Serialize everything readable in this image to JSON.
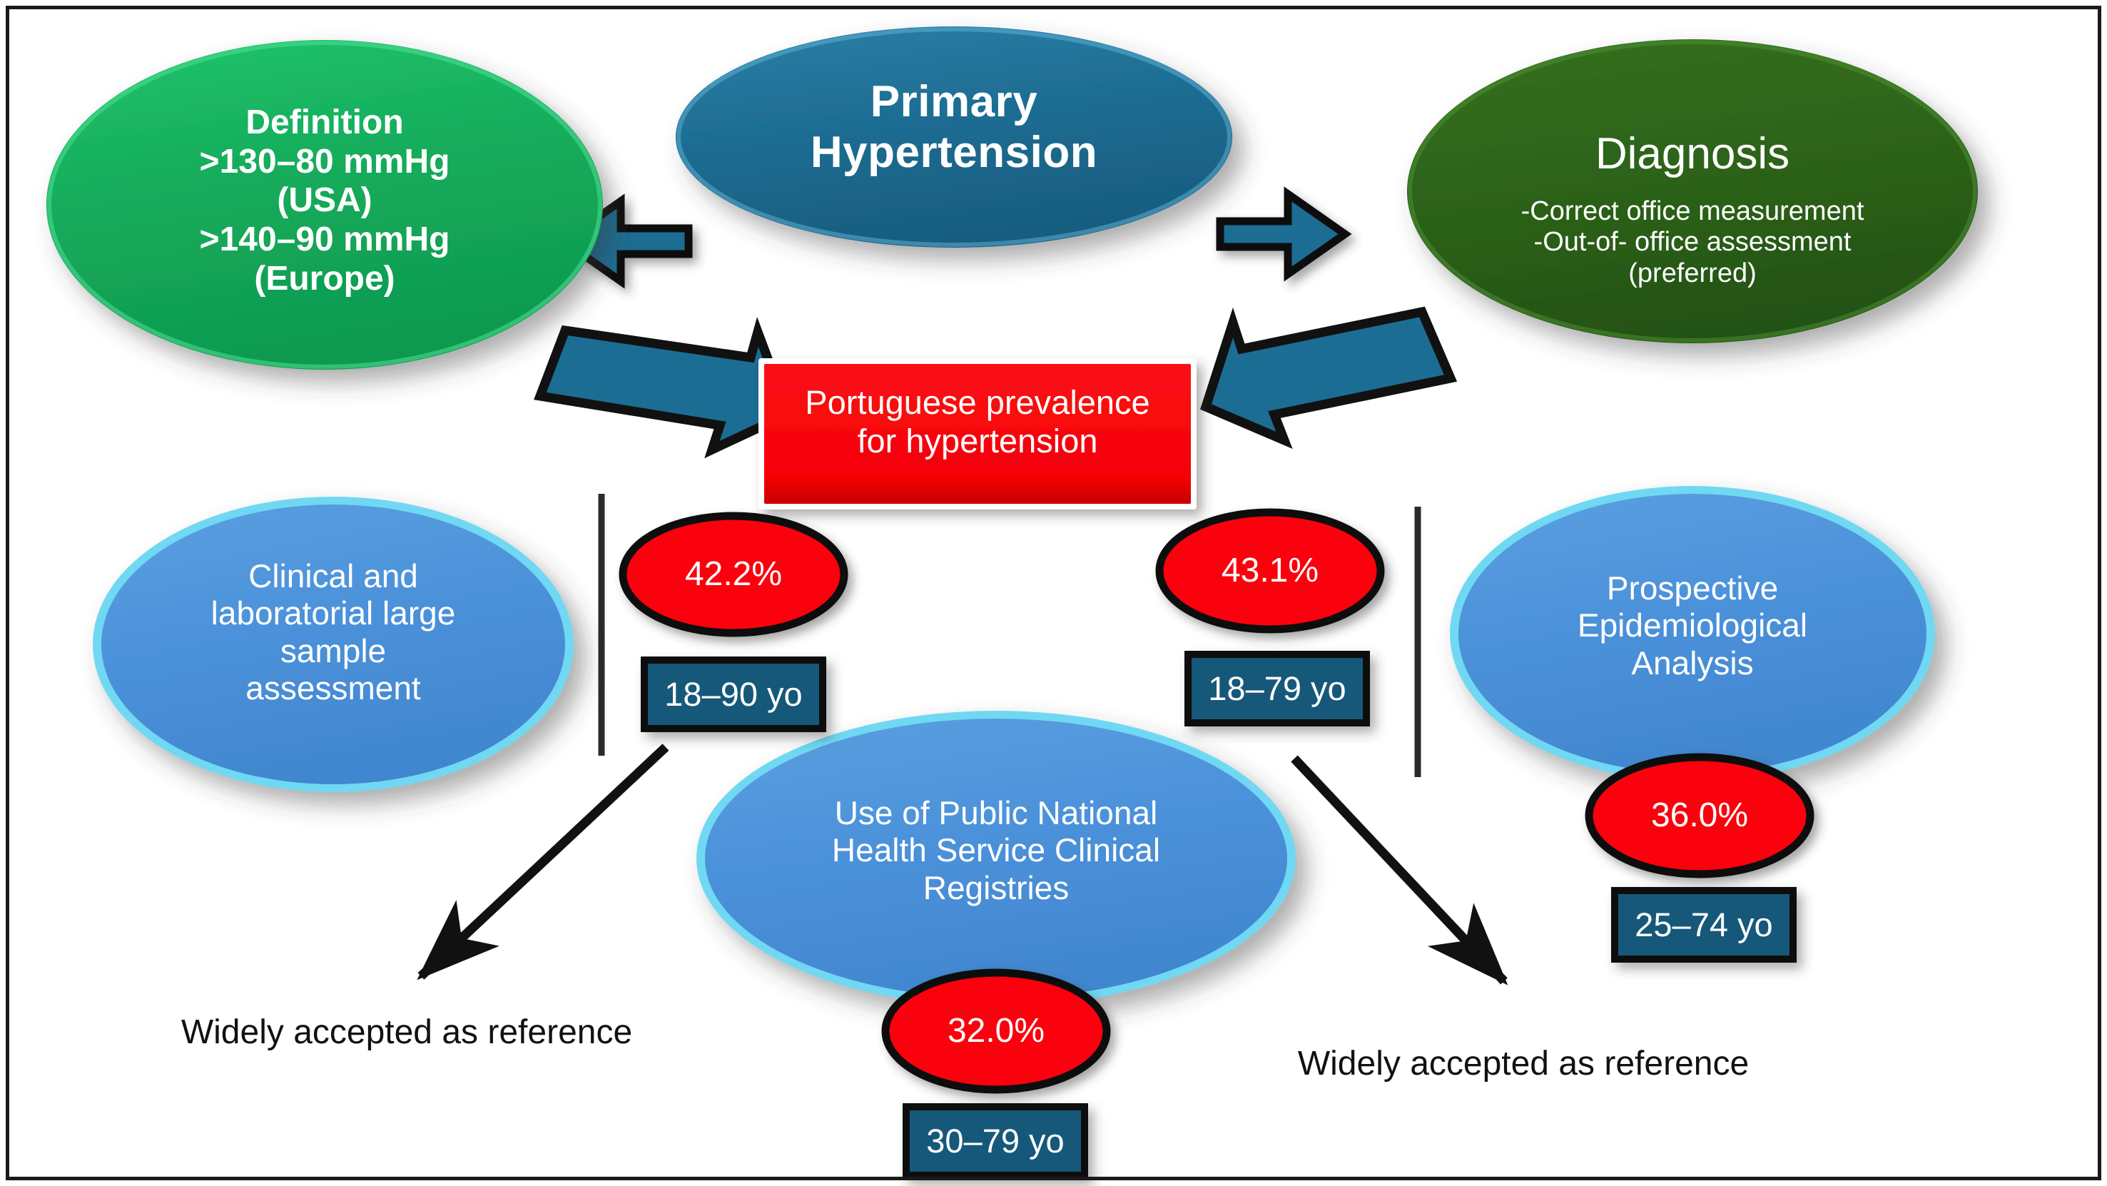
{
  "diagram": {
    "title": "Primary Hypertension",
    "center_node": {
      "label": "Primary\nHypertension",
      "color": "#1c6d94"
    },
    "definition_node": {
      "label": "Definition\n>130–80 mmHg\n(USA)\n>140–90 mmHg\n(Europe)",
      "color": "#17b05f"
    },
    "diagnosis_node": {
      "title": "Diagnosis",
      "body": "-Correct office measurement\n-Out-of- office assessment\n(preferred)",
      "color": "#2c6119"
    },
    "prevalence_box": {
      "label": "Portuguese prevalence\nfor hypertension",
      "color": "#fb0007"
    },
    "studies": [
      {
        "id": "clinical-lab",
        "label": "Clinical and\nlaboratorial large\nsample\nassessment",
        "percent": "42.2%",
        "age_range": "18–90 yo",
        "note": "Widely accepted as reference",
        "color": "#4a90d9"
      },
      {
        "id": "public-registries",
        "label": "Use of Public National\nHealth Service Clinical\nRegistries",
        "percent": "32.0%",
        "age_range": "30–79 yo",
        "note": "",
        "color": "#4a90d9"
      },
      {
        "id": "prospective-epi",
        "label": "Prospective\nEpidemiological\nAnalysis",
        "percent": "36.0%",
        "age_range": "25–74 yo",
        "note": "Widely accepted as reference",
        "color": "#4a90d9"
      }
    ],
    "middle_percent": {
      "percent": "43.1%",
      "age_range": "18–79 yo"
    },
    "notes": {
      "left": "Widely accepted as reference",
      "right": "Widely accepted as reference"
    },
    "colors": {
      "accent_blue": "#1c6d94",
      "light_blue": "#4a90d9",
      "light_blue_rim": "#6fd8f2",
      "green": "#17b05f",
      "dark_green": "#2c6119",
      "red": "#fb0007",
      "outline": "#111111",
      "frame": "#1a1a1a",
      "age_box_fill": "#17587a"
    }
  }
}
